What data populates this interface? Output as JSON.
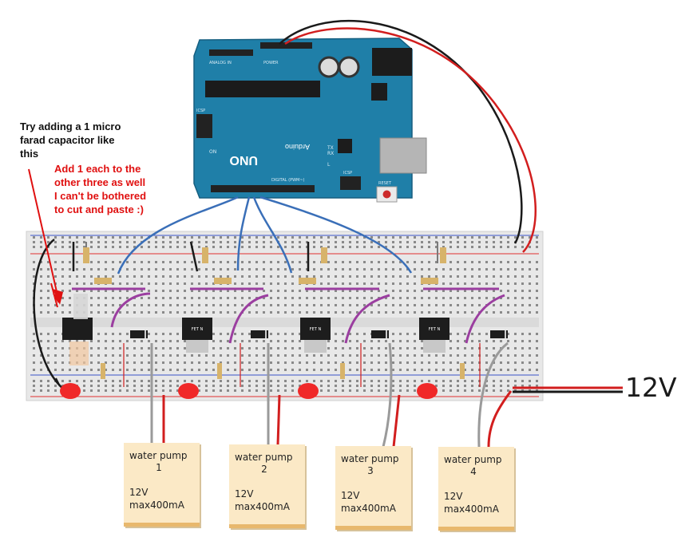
{
  "annotations": {
    "capacitor_note": "Try adding a 1 micro\nfarad capacitor like\nthis",
    "others_note": "Add 1 each to the\nother three as well\nI can't be bothered\nto cut and paste :)"
  },
  "supply_label": "12V",
  "arduino": {
    "logo": "UNO",
    "brand": "Arduino",
    "labels": {
      "digital": "DIGITAL (PWM~)",
      "analog": "ANALOG IN",
      "power": "POWER",
      "icsp": "ICSP",
      "icsp2": "ICSP",
      "on": "ON",
      "tx": "TX",
      "rx": "RX",
      "l": "L",
      "reset": "RESET"
    }
  },
  "pumps": [
    {
      "name": "water pump",
      "number": "1",
      "voltage": "12V",
      "current": "max400mA"
    },
    {
      "name": "water pump",
      "number": "2",
      "voltage": "12V",
      "current": "max400mA"
    },
    {
      "name": "water pump",
      "number": "3",
      "voltage": "12V",
      "current": "max400mA"
    },
    {
      "name": "water pump",
      "number": "4",
      "voltage": "12V",
      "current": "max400mA"
    }
  ],
  "mosfet_label": "FET N",
  "colors": {
    "board": "#1f7fa8",
    "breadboard": "#ebebeb",
    "wire_blue": "#3a6fb8",
    "wire_purple": "#9b3ea0",
    "wire_red": "#d21e1e",
    "wire_black": "#1a1a1a",
    "led": "#f02828",
    "pump_note": "#fbe9c6"
  }
}
